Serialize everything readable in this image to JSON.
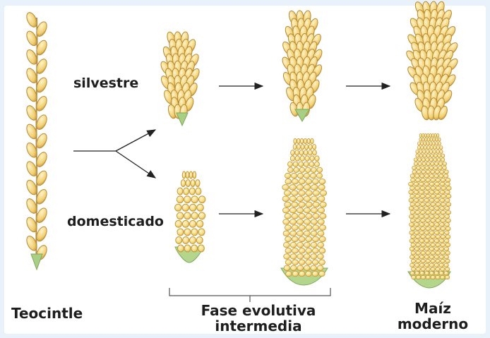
{
  "labels": {
    "silvestre": "silvestre",
    "domesticado": "domesticado",
    "teocintle": "Teocintle",
    "fase_line1": "Fase evolutiva",
    "fase_line2": "intermedia",
    "maiz_line1": "Maíz",
    "maiz_line2": "moderno"
  },
  "colors": {
    "background": "#e9f2fb",
    "panel": "#ffffff",
    "kernel_fill": "#f6dc86",
    "kernel_stroke": "#c49a3a",
    "husk": "#b4d68c",
    "arrow": "#222222"
  }
}
